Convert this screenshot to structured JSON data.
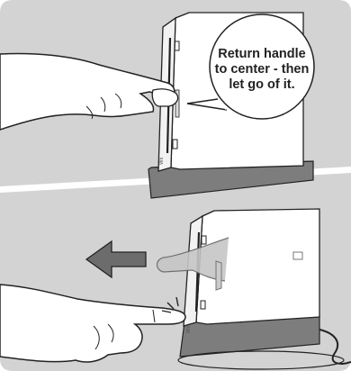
{
  "callout": {
    "text": "Return handle\nto center - then\nlet go of it."
  },
  "console_labels": {
    "top_brand": "Wii",
    "bottom_brand": "Wii"
  },
  "colors": {
    "panel_background": "#d3d3d3",
    "outline": "#222222",
    "console_body": "#ffffff",
    "stand": "#7d7d7d",
    "arrow": "#6c6c6c",
    "ghost_hand": "#c6c6c6"
  }
}
